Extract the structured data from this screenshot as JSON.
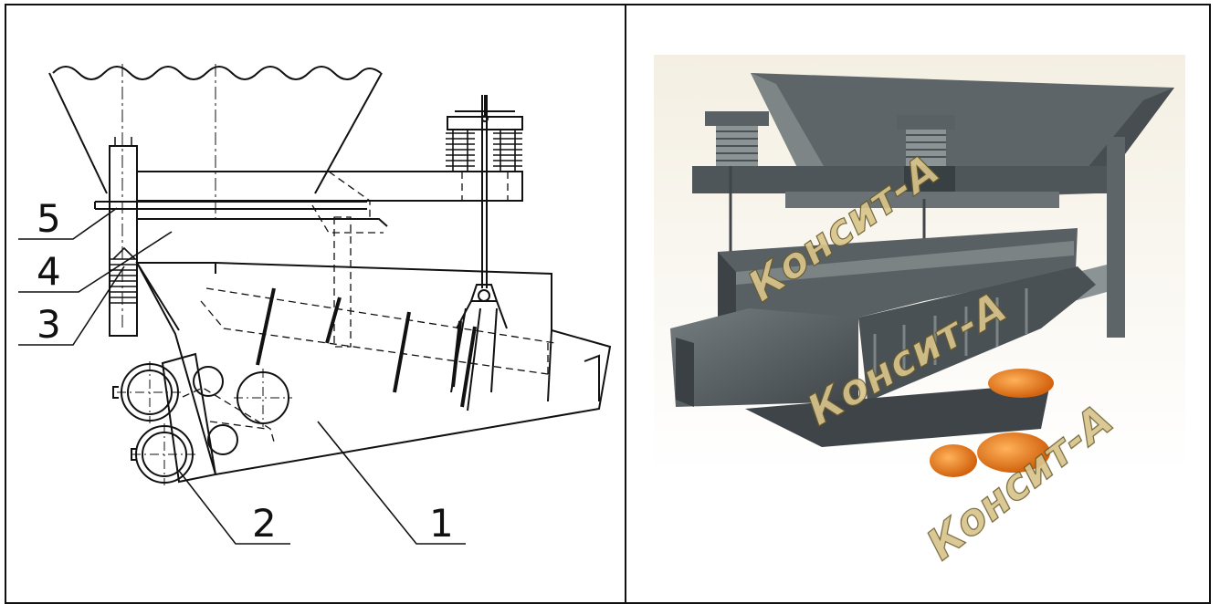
{
  "drawing": {
    "callouts": [
      {
        "id": "1",
        "label": "1"
      },
      {
        "id": "2",
        "label": "2"
      },
      {
        "id": "3",
        "label": "3"
      },
      {
        "id": "4",
        "label": "4"
      },
      {
        "id": "5",
        "label": "5"
      }
    ]
  },
  "render": {
    "watermark_text": "Консит-А"
  },
  "colors": {
    "line": "#111111",
    "steel_dark": "#4d5457",
    "steel_mid": "#687072",
    "steel_light": "#8b9294",
    "background_render": "#f1ede2",
    "motor_orange": "#e9761c",
    "watermark_gold": "#d8c58c"
  }
}
